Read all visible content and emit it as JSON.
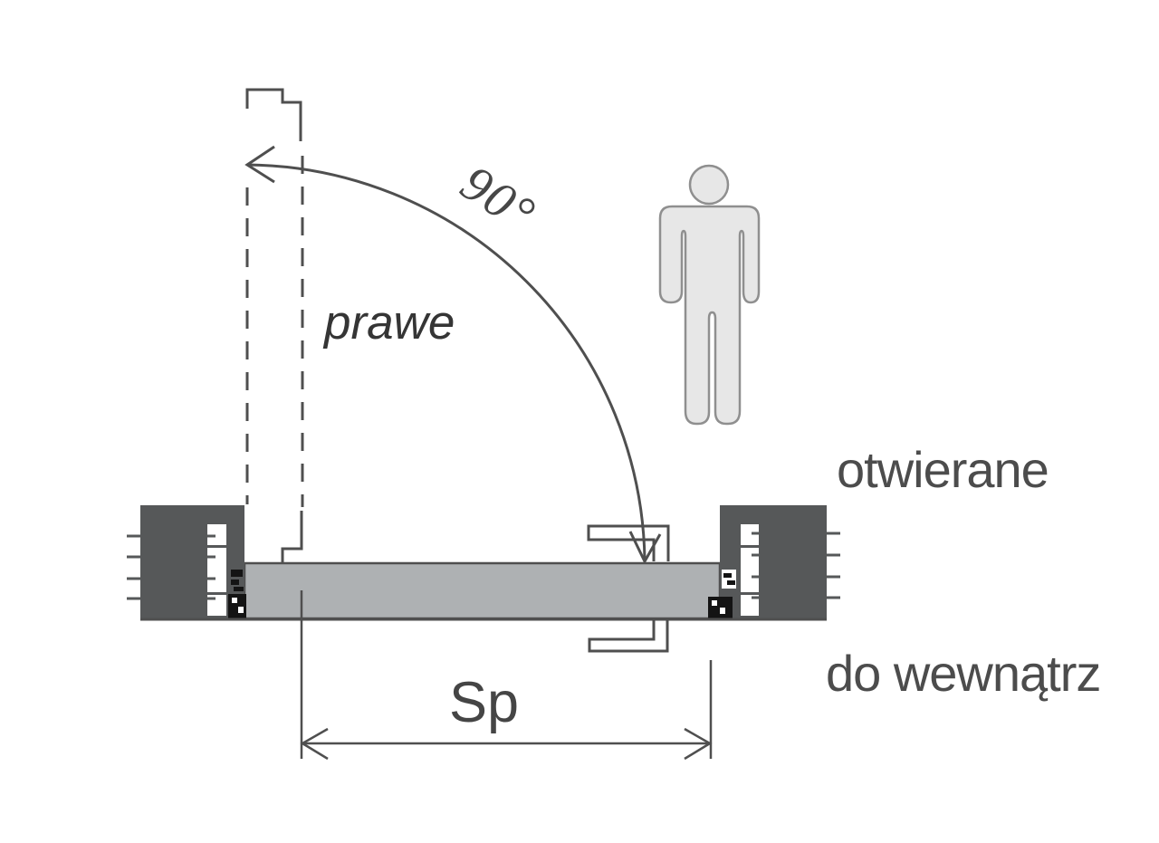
{
  "diagram": {
    "title_meaning": "door swing diagram",
    "swing_direction_label": "prawe",
    "swing_angle_label": "90°",
    "opening_direction": {
      "line1": "otwierane",
      "line2": "do wewnątrz"
    },
    "width_dimension_label": "Sp",
    "icons": {
      "person": "standing-person-silhouette"
    }
  },
  "colors": {
    "background": "#ffffff",
    "line": "#4f4f4f",
    "wall": "#565859",
    "door_leaf": "#aeb1b3",
    "detail_black": "#141414",
    "person_fill": "#e7e7e7",
    "person_stroke": "#8f8f8f",
    "text": "#454545"
  }
}
